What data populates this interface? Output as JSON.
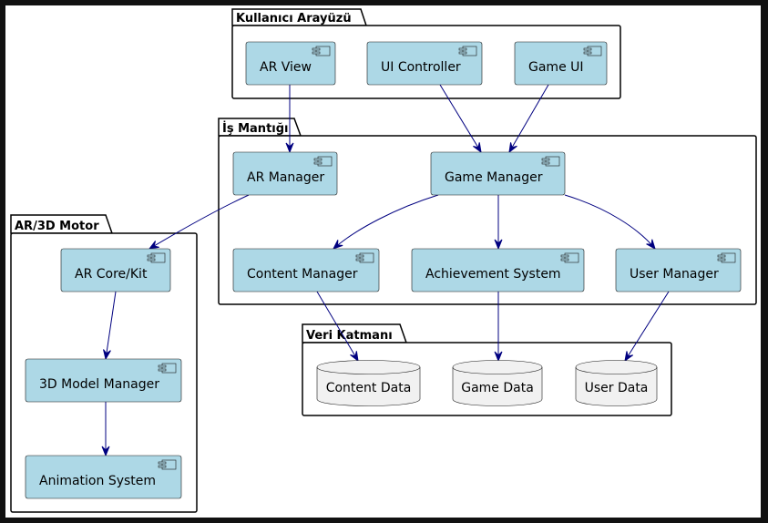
{
  "packages": [
    {
      "id": "ui",
      "title": "Kullanıcı Arayüzü"
    },
    {
      "id": "logic",
      "title": "İş Mantığı"
    },
    {
      "id": "engine",
      "title": "AR/3D Motor"
    },
    {
      "id": "data",
      "title": "Veri Katmanı"
    }
  ],
  "components": [
    {
      "id": "ar_view",
      "label": "AR View",
      "package": "ui"
    },
    {
      "id": "ui_controller",
      "label": "UI Controller",
      "package": "ui"
    },
    {
      "id": "game_ui",
      "label": "Game UI",
      "package": "ui"
    },
    {
      "id": "ar_manager",
      "label": "AR Manager",
      "package": "logic"
    },
    {
      "id": "game_manager",
      "label": "Game Manager",
      "package": "logic"
    },
    {
      "id": "content_manager",
      "label": "Content Manager",
      "package": "logic"
    },
    {
      "id": "achievement_system",
      "label": "Achievement System",
      "package": "logic"
    },
    {
      "id": "user_manager",
      "label": "User Manager",
      "package": "logic"
    },
    {
      "id": "ar_core",
      "label": "AR Core/Kit",
      "package": "engine"
    },
    {
      "id": "model_manager",
      "label": "3D Model Manager",
      "package": "engine"
    },
    {
      "id": "animation_system",
      "label": "Animation System",
      "package": "engine"
    }
  ],
  "databases": [
    {
      "id": "content_data",
      "label": "Content Data",
      "package": "data"
    },
    {
      "id": "game_data",
      "label": "Game Data",
      "package": "data"
    },
    {
      "id": "user_data",
      "label": "User Data",
      "package": "data"
    }
  ],
  "edges": [
    {
      "from": "ar_view",
      "to": "ar_manager"
    },
    {
      "from": "ui_controller",
      "to": "game_manager"
    },
    {
      "from": "game_ui",
      "to": "game_manager"
    },
    {
      "from": "ar_manager",
      "to": "ar_core"
    },
    {
      "from": "game_manager",
      "to": "content_manager"
    },
    {
      "from": "game_manager",
      "to": "achievement_system"
    },
    {
      "from": "game_manager",
      "to": "user_manager"
    },
    {
      "from": "ar_core",
      "to": "model_manager"
    },
    {
      "from": "model_manager",
      "to": "animation_system"
    },
    {
      "from": "content_manager",
      "to": "content_data"
    },
    {
      "from": "achievement_system",
      "to": "game_data"
    },
    {
      "from": "user_manager",
      "to": "user_data"
    }
  ],
  "colors": {
    "component_fill": "#ADD8E6",
    "database_fill": "#F1F1F1",
    "edge": "#000080",
    "frame": "#111111"
  }
}
